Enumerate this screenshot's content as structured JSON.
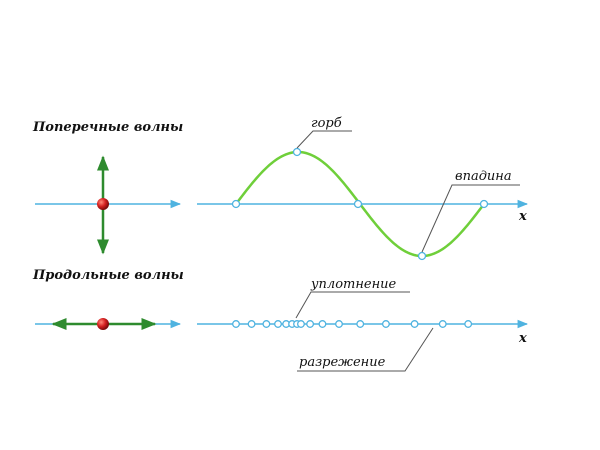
{
  "headings": {
    "transverse": "Поперечные волны",
    "longitudinal": "Продольные волны"
  },
  "labels": {
    "crest": "горб",
    "trough": "впадина",
    "compression": "уплотнение",
    "rarefaction": "разрежение",
    "x_axis_top": "x",
    "x_axis_bottom": "x"
  },
  "colors": {
    "axis": "#4fb3e0",
    "wave": "#6fcf3a",
    "wave_dark": "#2e9a1e",
    "particle": "#d42020",
    "particle_arrow": "#2e8b2e",
    "point_fill": "#ffffff",
    "point_stroke": "#4fb3e0",
    "leader": "#555555"
  },
  "longitudinal_wave": {
    "relative_positions": [
      0,
      0.063,
      0.123,
      0.17,
      0.203,
      0.227,
      0.247,
      0.263,
      0.3,
      0.35,
      0.417,
      0.503,
      0.607,
      0.723,
      0.837,
      0.94
    ]
  }
}
